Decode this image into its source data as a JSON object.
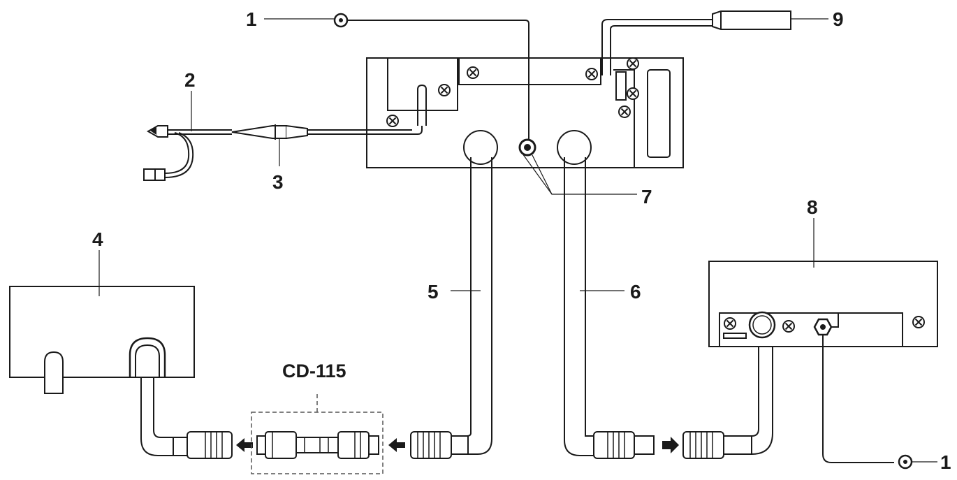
{
  "diagram": {
    "callouts": [
      {
        "id": "c1a",
        "text": "1"
      },
      {
        "id": "c2",
        "text": "2"
      },
      {
        "id": "c3",
        "text": "3"
      },
      {
        "id": "c4",
        "text": "4"
      },
      {
        "id": "c5",
        "text": "5"
      },
      {
        "id": "c6",
        "text": "6"
      },
      {
        "id": "c7",
        "text": "7"
      },
      {
        "id": "c8",
        "text": "8"
      },
      {
        "id": "c9",
        "text": "9"
      },
      {
        "id": "c1b",
        "text": "1"
      }
    ],
    "adapter_label": "CD-115"
  }
}
